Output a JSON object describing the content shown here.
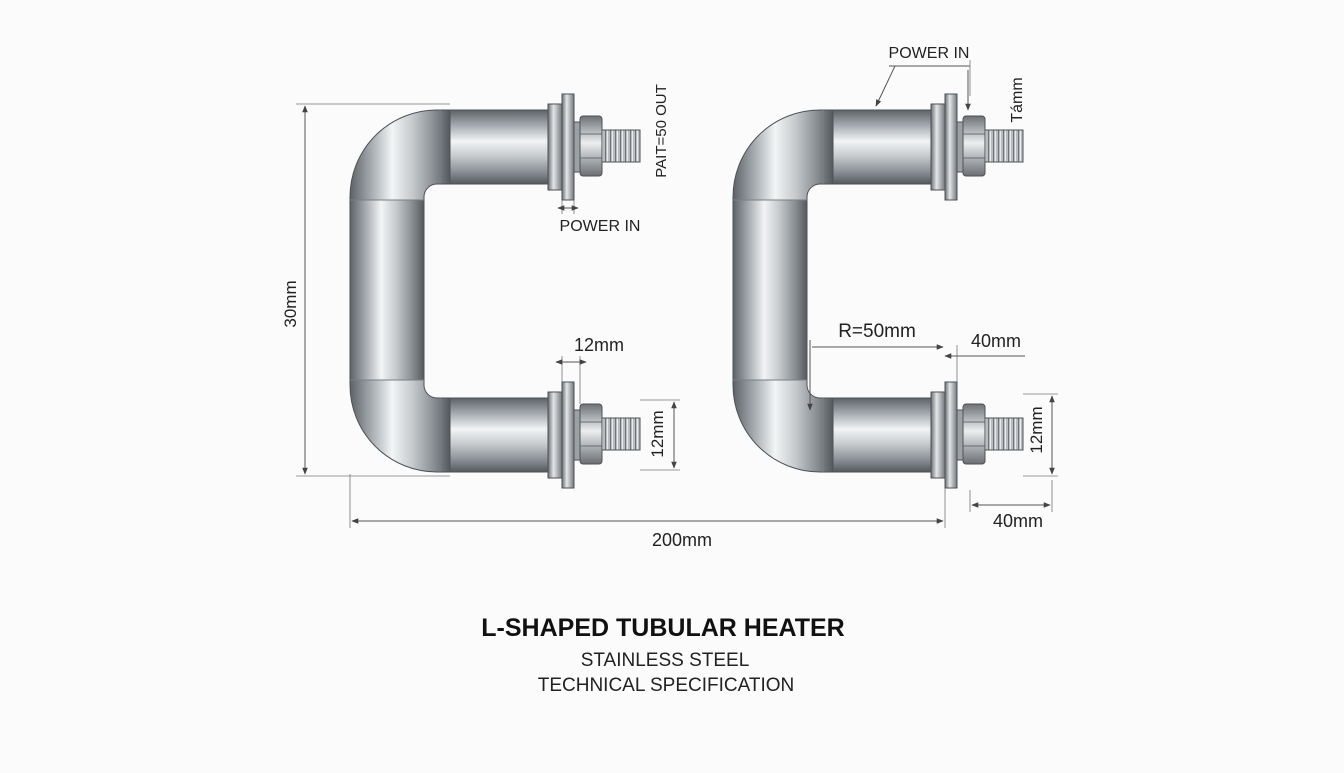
{
  "title": "L-SHAPED TUBULAR HEATER",
  "subtitle_1": "STAINLESS STEEL",
  "subtitle_2": "TECHNICAL SPECIFICATION",
  "left_heater": {
    "label_power_out": "PAIT=50 OUT",
    "label_power_in": "POWER IN",
    "label_height": "30mm",
    "label_terminal": "12mm",
    "label_terminal_vertical": "12mm"
  },
  "right_heater": {
    "label_power_in": "POWER IN",
    "label_terminal_top": "Támm",
    "label_radius": "R=50mm",
    "label_flange": "40mm",
    "label_terminal_vertical": "12mm",
    "label_bottom": "40mm"
  },
  "label_width": "200mm",
  "colors": {
    "tube_light": "#f2f4f5",
    "tube_mid": "#aeb3b7",
    "tube_dark": "#5d6266",
    "line": "#555555",
    "text": "#222222"
  }
}
